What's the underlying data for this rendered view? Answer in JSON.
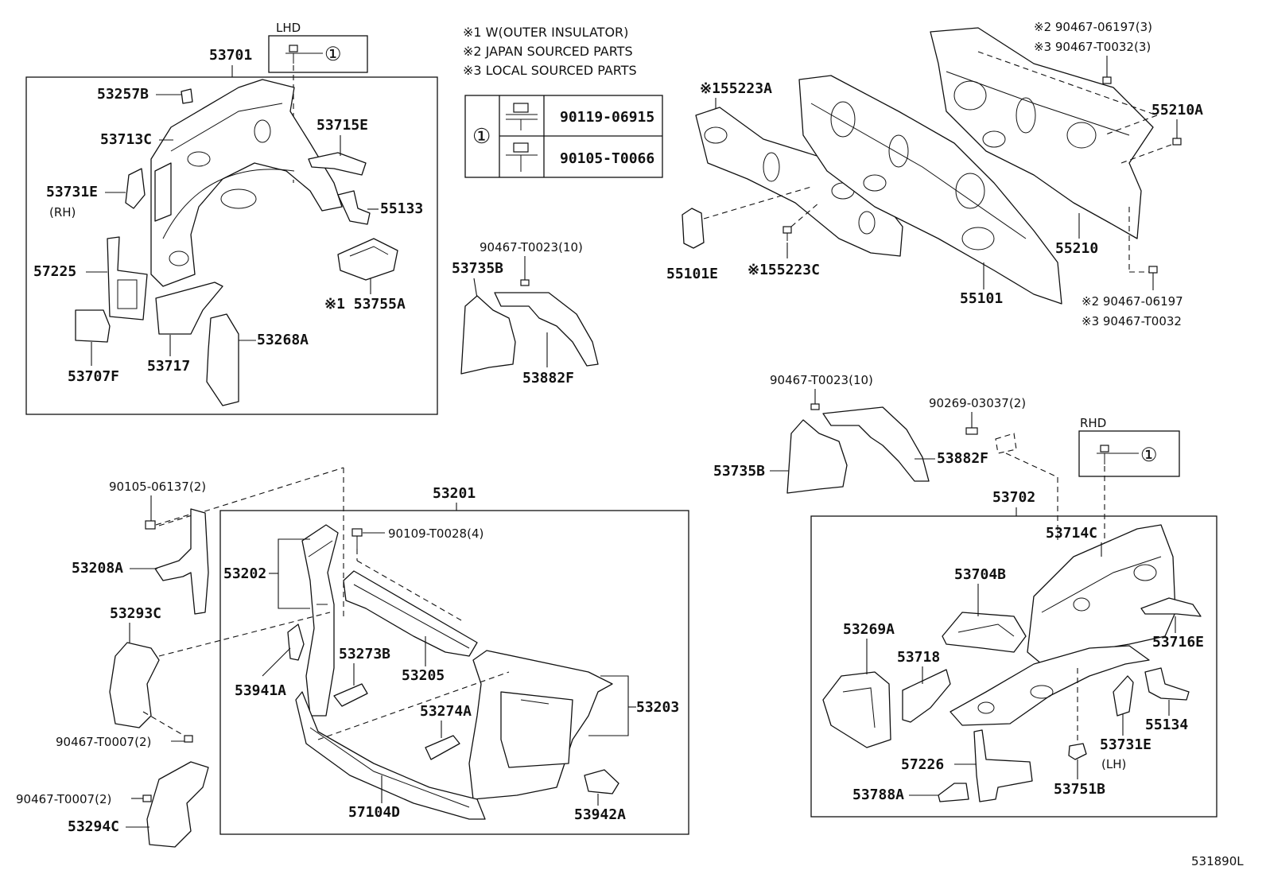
{
  "notes": {
    "n1": "※1 W(OUTER INSULATOR)",
    "n2": "※2 JAPAN SOURCED PARTS",
    "n3": "※3 LOCAL SOURCED PARTS"
  },
  "legend": {
    "symbol": "①",
    "rows": [
      "90119-06915",
      "90105-T0066"
    ]
  },
  "lhd": {
    "title": "LHD",
    "symbol": "①"
  },
  "rhd": {
    "title": "RHD",
    "symbol": "①"
  },
  "footer_code": "531890L",
  "labels": {
    "p53701": "53701",
    "p53257B": "53257B",
    "p53713C": "53713C",
    "p53715E": "53715E",
    "p53731E_rh": "53731E",
    "rh": "(RH)",
    "p55133": "55133",
    "p57225": "57225",
    "p53755A": "※1 53755A",
    "p53268A": "53268A",
    "p53717": "53717",
    "p53707F": "53707F",
    "p90467_T0023_a": "90467-T0023(10)",
    "p53735B_a": "53735B",
    "p53882F_a": "53882F",
    "p55223A": "※155223A",
    "p55101E": "55101E",
    "p55223C": "※155223C",
    "p55101": "55101",
    "p90467_06197_3": "※2 90467-06197(3)",
    "p90467_T0032_3": "※3 90467-T0032(3)",
    "p55210A": "55210A",
    "p55210": "55210",
    "p90467_06197": "※2 90467-06197",
    "p90467_T0032": "※3 90467-T0032",
    "p90467_T0023_b": "90467-T0023(10)",
    "p90269_03037": "90269-03037(2)",
    "p53735B_b": "53735B",
    "p53882F_b": "53882F",
    "p53702": "53702",
    "p53714C": "53714C",
    "p53704B": "53704B",
    "p53269A": "53269A",
    "p53718": "53718",
    "p53716E": "53716E",
    "p55134": "55134",
    "p53731E_lh": "53731E",
    "lh": "(LH)",
    "p57226": "57226",
    "p53788A": "53788A",
    "p53751B": "53751B",
    "p90105_06137": "90105-06137(2)",
    "p53201": "53201",
    "p90109_T0028": "90109-T0028(4)",
    "p53202": "53202",
    "p53208A": "53208A",
    "p53293C": "53293C",
    "p53273B": "53273B",
    "p53205": "53205",
    "p53941A": "53941A",
    "p53274A": "53274A",
    "p53203": "53203",
    "p90467_T0007_a": "90467-T0007(2)",
    "p90467_T0007_b": "90467-T0007(2)",
    "p53294C": "53294C",
    "p57104D": "57104D",
    "p53942A": "53942A"
  }
}
